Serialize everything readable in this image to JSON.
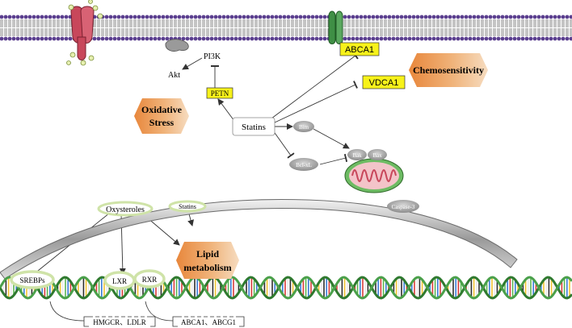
{
  "labels": {
    "pi3k": "PI3K",
    "akt": "Akt",
    "petn": "PETN",
    "abca1": "ABCA1",
    "vdca1": "VDCA1",
    "chemosensitivity": "Chemosensitivity",
    "oxidative_stress_1": "Oxidative",
    "oxidative_stress_2": "Stress",
    "statins_center": "Statins",
    "bim": "Bim",
    "bclxl": "Bcl-xL",
    "bak": "Bak",
    "bax": "Bax",
    "caspase3": "Caspase-3",
    "oxysteroles": "Oxysteroles",
    "statins_upper": "Statins",
    "lipid_metabolism_1": "Lipid",
    "lipid_metabolism_2": "metabolism",
    "srebps": "SREBPs",
    "lxr": "LXR",
    "rxr": "RXR",
    "gene_group_1": "HMGCR、LDLR",
    "gene_group_2": "ABCA1、ABCG1"
  },
  "colors": {
    "membrane_head": "#5b3f8f",
    "membrane_tail": "#3c3c3c",
    "channel_red": "#c8475b",
    "channel_green": "#3f8f45",
    "yellow_box": "#f7f21a",
    "hexagon_orange": "#e8873c",
    "hexagon_light": "#f2c8a0",
    "oval_grey": "#a8a8a8",
    "green_ring": "#cfe3a8",
    "mito_green": "#6dbb63",
    "mito_pink": "#e7a0a8"
  }
}
